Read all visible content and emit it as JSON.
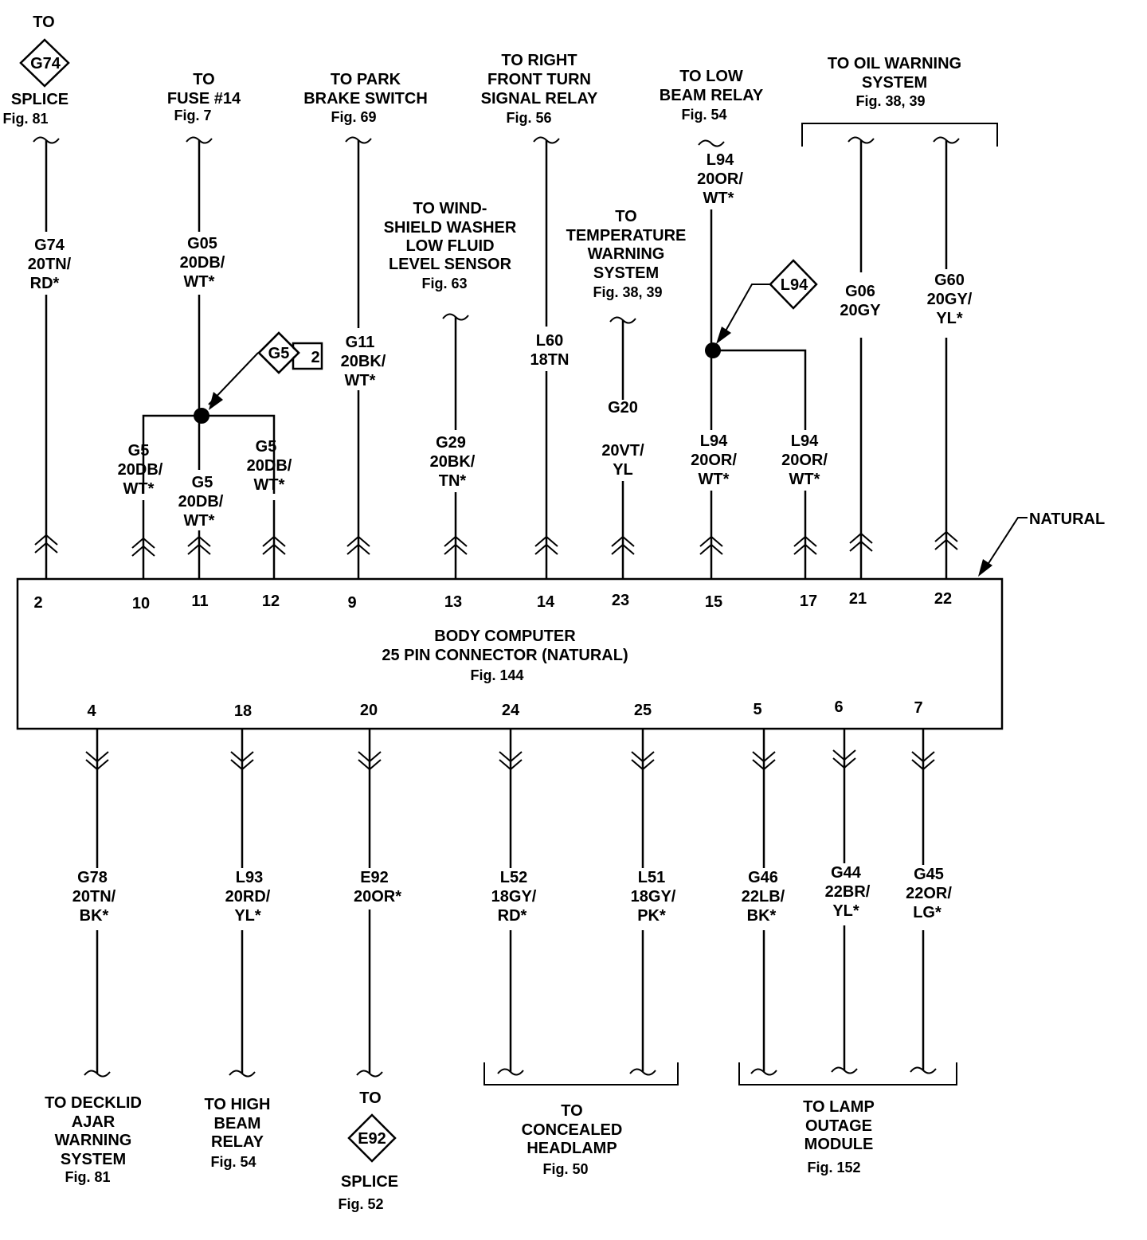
{
  "connector": {
    "title": "BODY COMPUTER",
    "subtitle": "25 PIN CONNECTOR (NATURAL)",
    "fig": "Fig. 144",
    "natural_label": "NATURAL"
  },
  "splice_refs": {
    "g74": "G74",
    "g5": "G5",
    "g5_count": "2",
    "l94": "L94",
    "e92": "E92"
  },
  "top_labels": {
    "g74_to": "TO",
    "g74_splice": "SPLICE",
    "g74_fig": "Fig. 81",
    "fuse_l1": "TO",
    "fuse_l2": "FUSE #14",
    "fuse_fig": "Fig. 7",
    "park_l1": "TO PARK",
    "park_l2": "BRAKE SWITCH",
    "park_fig": "Fig. 69",
    "turn_l1": "TO RIGHT",
    "turn_l2": "FRONT TURN",
    "turn_l3": "SIGNAL RELAY",
    "turn_fig": "Fig. 56",
    "washer_l1": "TO WIND-",
    "washer_l2": "SHIELD WASHER",
    "washer_l3": "LOW FLUID",
    "washer_l4": "LEVEL SENSOR",
    "washer_fig": "Fig. 63",
    "temp_l1": "TO",
    "temp_l2": "TEMPERATURE",
    "temp_l3": "WARNING",
    "temp_l4": "SYSTEM",
    "temp_fig": "Fig. 38, 39",
    "low_l1": "TO LOW",
    "low_l2": "BEAM RELAY",
    "low_fig": "Fig. 54",
    "oil_l1": "TO OIL WARNING",
    "oil_l2": "SYSTEM",
    "oil_fig": "Fig. 38, 39"
  },
  "bottom_labels": {
    "decklid_l1": "TO DECKLID",
    "decklid_l2": "AJAR",
    "decklid_l3": "WARNING",
    "decklid_l4": "SYSTEM",
    "decklid_fig": "Fig. 81",
    "high_l1": "TO HIGH",
    "high_l2": "BEAM",
    "high_l3": "RELAY",
    "high_fig": "Fig. 54",
    "e92_to": "TO",
    "e92_splice": "SPLICE",
    "e92_fig": "Fig. 52",
    "head_l1": "TO",
    "head_l2": "CONCEALED",
    "head_l3": "HEADLAMP",
    "head_fig": "Fig. 50",
    "lamp_l1": "TO LAMP",
    "lamp_l2": "OUTAGE",
    "lamp_l3": "MODULE",
    "lamp_fig": "Fig. 152"
  },
  "wires": {
    "g74": [
      "G74",
      "20TN/",
      "RD*"
    ],
    "g05": [
      "G05",
      "20DB/",
      "WT*"
    ],
    "g11": [
      "G11",
      "20BK/",
      "WT*"
    ],
    "g29": [
      "G29",
      "20BK/",
      "TN*"
    ],
    "l60": [
      "L60",
      "18TN"
    ],
    "g20": [
      "G20",
      "20VT/",
      "YL"
    ],
    "l94_top": [
      "L94",
      "20OR/",
      "WT*"
    ],
    "l94_15": [
      "L94",
      "20OR/",
      "WT*"
    ],
    "l94_17": [
      "L94",
      "20OR/",
      "WT*"
    ],
    "g06": [
      "G06",
      "20GY"
    ],
    "g60": [
      "G60",
      "20GY/",
      "YL*"
    ],
    "g5_10": [
      "G5",
      "20DB/",
      "WT*"
    ],
    "g5_11": [
      "G5",
      "20DB/",
      "WT*"
    ],
    "g5_12": [
      "G5",
      "20DB/",
      "WT*"
    ],
    "g78": [
      "G78",
      "20TN/",
      "BK*"
    ],
    "l93": [
      "L93",
      "20RD/",
      "YL*"
    ],
    "e92": [
      "E92",
      "20OR*"
    ],
    "l52": [
      "L52",
      "18GY/",
      "RD*"
    ],
    "l51": [
      "L51",
      "18GY/",
      "PK*"
    ],
    "g46": [
      "G46",
      "22LB/",
      "BK*"
    ],
    "g44": [
      "G44",
      "22BR/",
      "YL*"
    ],
    "g45": [
      "G45",
      "22OR/",
      "LG*"
    ]
  },
  "pins_top": [
    "2",
    "10",
    "11",
    "12",
    "9",
    "13",
    "14",
    "23",
    "15",
    "17",
    "21",
    "22"
  ],
  "pins_bottom": [
    "4",
    "18",
    "20",
    "24",
    "25",
    "5",
    "6",
    "7"
  ]
}
